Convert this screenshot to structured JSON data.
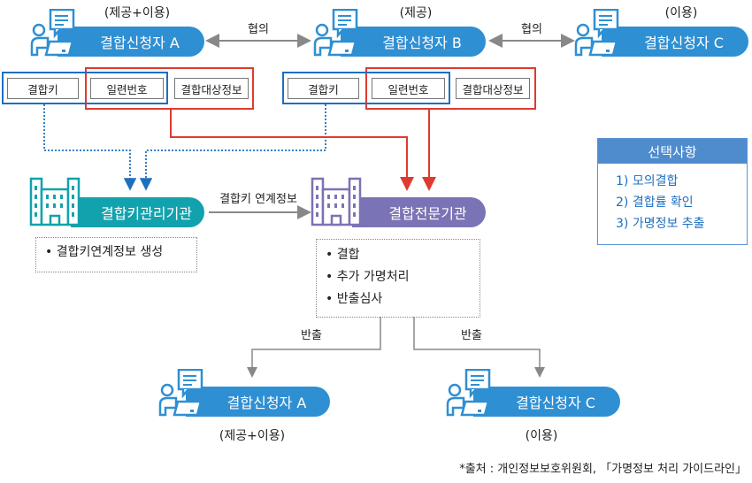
{
  "top": {
    "applicant_a": {
      "name": "결합신청자 A",
      "role": "(제공+이용)"
    },
    "applicant_b": {
      "name": "결합신청자 B",
      "role": "(제공)"
    },
    "applicant_c": {
      "name": "결합신청자 C",
      "role": "(이용)"
    },
    "consult_ab": "협의",
    "consult_bc": "협의"
  },
  "data_items": {
    "a": [
      "결합키",
      "일련번호",
      "결합대상정보"
    ],
    "b": [
      "결합키",
      "일련번호",
      "결합대상정보"
    ]
  },
  "key_agency": {
    "name": "결합키관리기관",
    "tasks": [
      "결합키연계정보 생성"
    ]
  },
  "link_label": "결합키 연계정보",
  "expert_agency": {
    "name": "결합전문기관",
    "tasks": [
      "결합",
      "추가 가명처리",
      "반출심사"
    ]
  },
  "options": {
    "title": "선택사항",
    "items": [
      "1) 모의결합",
      "2) 결합률 확인",
      "3) 가명정보 추출"
    ]
  },
  "export_label_left": "반출",
  "export_label_right": "반출",
  "bottom": {
    "applicant_a": {
      "name": "결합신청자 A",
      "role": "(제공+이용)"
    },
    "applicant_c": {
      "name": "결합신청자 C",
      "role": "(이용)"
    }
  },
  "source": "*출처 : 개인정보보호위원회, 「가명정보 처리 가이드라인」",
  "colors": {
    "applicant": "#2f8fd3",
    "key_agency": "#12a2ad",
    "expert_agency": "#7a73b5",
    "serial_border": "#e03a2f",
    "key_border": "#1f6fbf"
  }
}
